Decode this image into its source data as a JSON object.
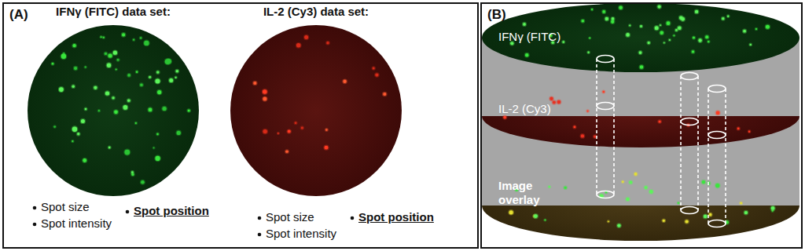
{
  "diagram": {
    "nodes": [
      {
        "text": [
          "(A)"
        ]
      },
      {
        "text": [
          "(B)"
        ]
      }
    ],
    "labels": [
      "IFNγ (FITC) data set:",
      "Spot size",
      "Spot intensity",
      "Spot position",
      "IL-2 (Cy3) data set:",
      "Spot size",
      "Spot intensity",
      "Spot position",
      "IFNγ (FITC)",
      "IL-2 (Cy3)",
      "Image overlay"
    ]
  }
}
